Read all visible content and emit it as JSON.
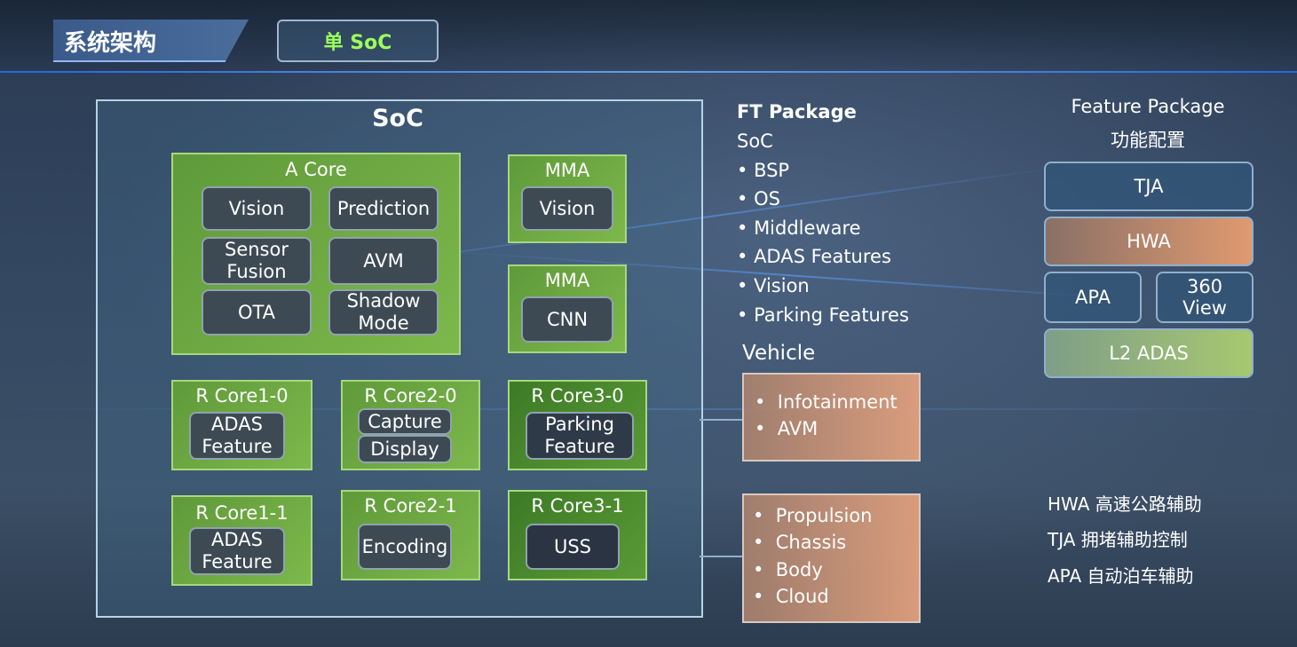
{
  "header": {
    "title": "系统架构",
    "mode_button": "单 SoC"
  },
  "soc": {
    "title": "SoC",
    "a_core": {
      "label": "A Core",
      "items": [
        "Vision",
        "Prediction",
        "Sensor\nFusion",
        "AVM",
        "OTA",
        "Shadow\nMode"
      ]
    },
    "mma1": {
      "label": "MMA",
      "item": "Vision"
    },
    "mma2": {
      "label": "MMA",
      "item": "CNN"
    },
    "r_cores": [
      {
        "label": "R Core1-0",
        "items": [
          "ADAS\nFeature"
        ]
      },
      {
        "label": "R Core2-0",
        "items": [
          "Capture",
          "Display"
        ]
      },
      {
        "label": "R Core3-0",
        "items": [
          "Parking\nFeature"
        ]
      },
      {
        "label": "R Core1-1",
        "items": [
          "ADAS\nFeature"
        ]
      },
      {
        "label": "R Core2-1",
        "items": [
          "Encoding"
        ]
      },
      {
        "label": "R Core3-1",
        "items": [
          "USS"
        ]
      }
    ]
  },
  "ft_package": {
    "title": "FT Package",
    "soc_label": "SoC",
    "soc_items": [
      "BSP",
      "OS",
      "Middleware",
      "ADAS Features",
      "Vision",
      "Parking Features"
    ],
    "vehicle_label": "Vehicle",
    "vehicle_box1": [
      "Infotainment",
      "AVM"
    ],
    "vehicle_box2": [
      "Propulsion",
      "Chassis",
      "Body",
      "Cloud"
    ]
  },
  "feature_package": {
    "title": "Feature Package",
    "subtitle": "功能配置",
    "tja": "TJA",
    "hwa": "HWA",
    "apa": "APA",
    "view360": "360\nView",
    "l2adas": "L2 ADAS"
  },
  "legend": [
    "HWA 高速公路辅助",
    "TJA 拥堵辅助控制",
    "APA 自动泊车辅助"
  ],
  "colors": {
    "accent_green": "#9cff5c",
    "box_green": "#7db84c",
    "box_orange": "#e09a70"
  }
}
